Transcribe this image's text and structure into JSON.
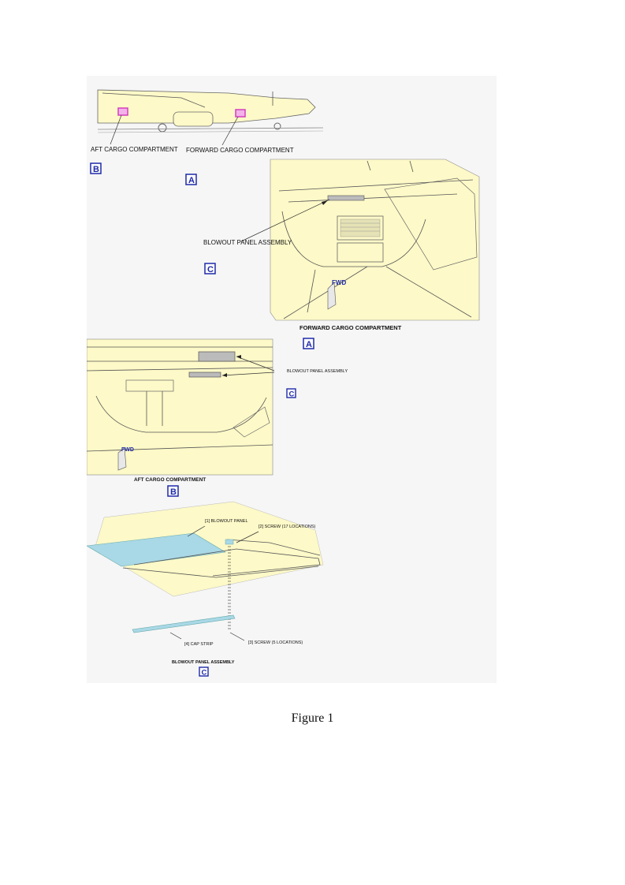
{
  "figure": {
    "caption": "Figure 1",
    "aircraft_view": {
      "aft_label": "AFT CARGO COMPARTMENT",
      "aft_ref": "B",
      "forward_label": "FORWARD CARGO COMPARTMENT",
      "forward_ref": "A"
    },
    "forward_compartment": {
      "callout": "BLOWOUT PANEL ASSEMBLY",
      "callout_ref": "C",
      "fwd_tag": "FWD",
      "title": "FORWARD CARGO COMPARTMENT",
      "title_ref": "A"
    },
    "aft_compartment": {
      "callout": "BLOWOUT PANEL ASSEMBLY",
      "callout_ref": "C",
      "fwd_tag": "FWD",
      "title": "AFT CARGO COMPARTMENT",
      "title_ref": "B"
    },
    "assembly": {
      "item1": "[1] BLOWOUT PANEL",
      "item2": "[2] SCREW (17 LOCATIONS)",
      "item3": "[3] SCREW (5 LOCATIONS)",
      "item4": "[4] CAP STRIP",
      "title": "BLOWOUT PANEL ASSEMBLY",
      "title_ref": "C"
    },
    "colors": {
      "fill": "#fdf9c8",
      "ref_box": "#1e2aa8",
      "highlight": "#d33fbe",
      "panel": "#a9d8e6"
    }
  }
}
